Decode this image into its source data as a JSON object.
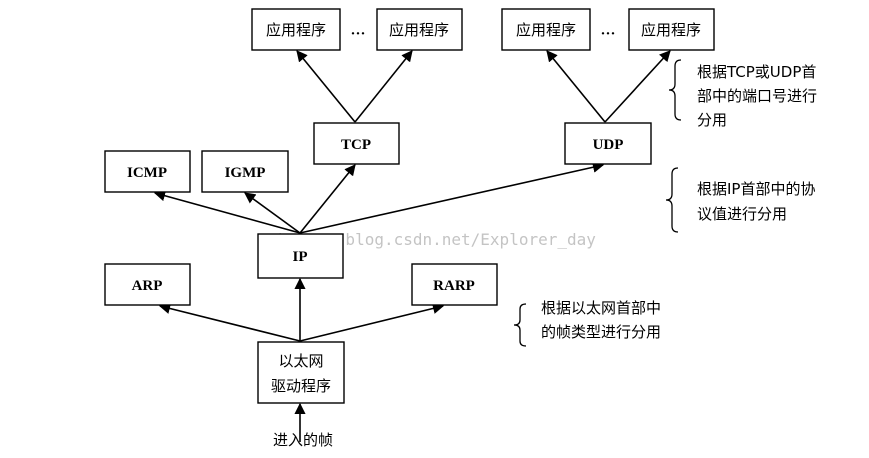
{
  "nodes": {
    "app1": "应用程序",
    "dots1": "···",
    "app2": "应用程序",
    "app3": "应用程序",
    "dots2": "···",
    "app4": "应用程序",
    "tcp": "TCP",
    "udp": "UDP",
    "icmp": "ICMP",
    "igmp": "IGMP",
    "ip": "IP",
    "arp": "ARP",
    "rarp": "RARP",
    "driver_line1": "以太网",
    "driver_line2": "驱动程序",
    "incoming_frame": "进入的帧"
  },
  "notes": {
    "transport": [
      "根据TCP或UDP首",
      "部中的端口号进行",
      "分用"
    ],
    "ip": [
      "根据IP首部中的协",
      "议值进行分用"
    ],
    "ethernet": [
      "根据以太网首部中",
      "的帧类型进行分用"
    ]
  },
  "watermark": "http://blog.csdn.net/Explorer_day"
}
